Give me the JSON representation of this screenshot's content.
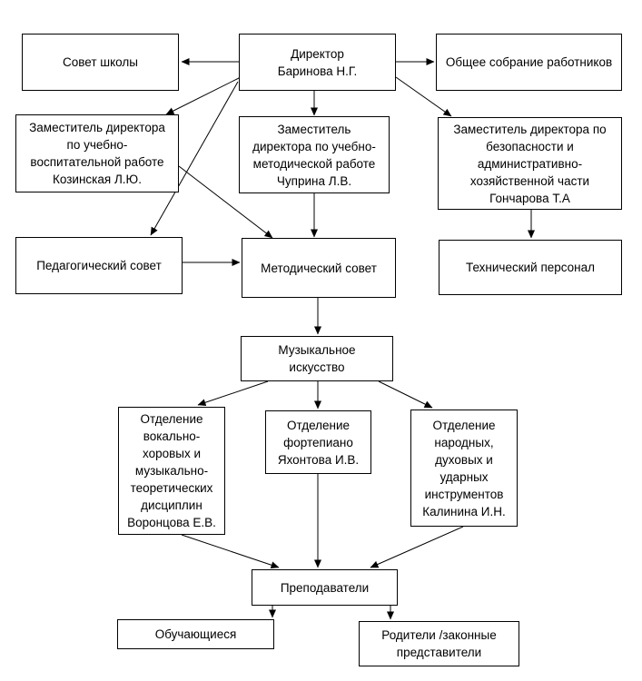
{
  "diagram": {
    "nodes": {
      "director": "Директор\nБаринова Н.Г.",
      "school_council": "Совет школы",
      "general_meeting": "Общее собрание работников",
      "deputy_edu": "Заместитель директора\nпо учебно-\nвоспитательной работе\nКозинская Л.Ю.",
      "deputy_method": "Заместитель\nдиректора по учебно-\nметодической работе\nЧуприна Л.В.",
      "deputy_safety": "Заместитель директора по\nбезопасности и\nадминистративно-\nхозяйственной части\nГончарова Т.А",
      "ped_council": "Педагогический совет",
      "method_council": "Методический совет",
      "tech_staff": "Технический персонал",
      "music_art": "Музыкальное\nискусство",
      "dept_vocal": "Отделение\nвокально-\nхоровых и\nмузыкально-\nтеоретических\nдисциплин\nВоронцова Е.В.",
      "dept_piano": "Отделение\nфортепиано\nЯхонтова И.В.",
      "dept_folk": "Отделение\nнародных,\nдуховых и\nударных\nинструментов\nКалинина И.Н.",
      "teachers": "Преподаватели",
      "students": "Обучающиеся",
      "parents": "Родители /законные\nпредставители"
    },
    "edges": [
      [
        "director",
        "school_council"
      ],
      [
        "director",
        "general_meeting"
      ],
      [
        "director",
        "deputy_edu"
      ],
      [
        "director",
        "deputy_method"
      ],
      [
        "director",
        "deputy_safety"
      ],
      [
        "director",
        "ped_council"
      ],
      [
        "deputy_edu",
        "method_council"
      ],
      [
        "deputy_method",
        "method_council"
      ],
      [
        "deputy_safety",
        "tech_staff"
      ],
      [
        "ped_council",
        "method_council"
      ],
      [
        "method_council",
        "music_art"
      ],
      [
        "music_art",
        "dept_vocal"
      ],
      [
        "music_art",
        "dept_piano"
      ],
      [
        "music_art",
        "dept_folk"
      ],
      [
        "dept_vocal",
        "teachers"
      ],
      [
        "dept_piano",
        "teachers"
      ],
      [
        "dept_folk",
        "teachers"
      ],
      [
        "teachers",
        "students"
      ],
      [
        "teachers",
        "parents"
      ]
    ]
  }
}
